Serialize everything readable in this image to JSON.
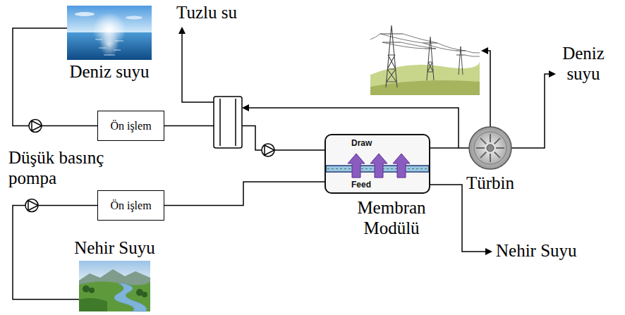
{
  "diagram": {
    "nodes": [
      {
        "text": [
          "Deniz suyu"
        ]
      },
      {
        "text": [
          "Ön işlem"
        ]
      },
      {
        "text": [
          "Draw",
          "Feed",
          "Membran Modülü"
        ]
      },
      {
        "text": [
          "Türbin"
        ]
      },
      {
        "text": [
          "Ön işlem"
        ]
      },
      {
        "text": [
          "Nehir Suyu"
        ]
      }
    ],
    "edges": [
      {
        "from": 0,
        "to": 1,
        "arrow": "none"
      },
      {
        "from": 2,
        "to": 3,
        "arrow": "none"
      },
      {
        "from": 5,
        "to": 4,
        "arrow": "none"
      },
      {
        "from": 4,
        "to": 2,
        "arrow": "none"
      }
    ],
    "labels": [
      "Tuzlu su",
      "Deniz suyu",
      "Düşük basınç pompa",
      "Nehir Suyu"
    ]
  }
}
